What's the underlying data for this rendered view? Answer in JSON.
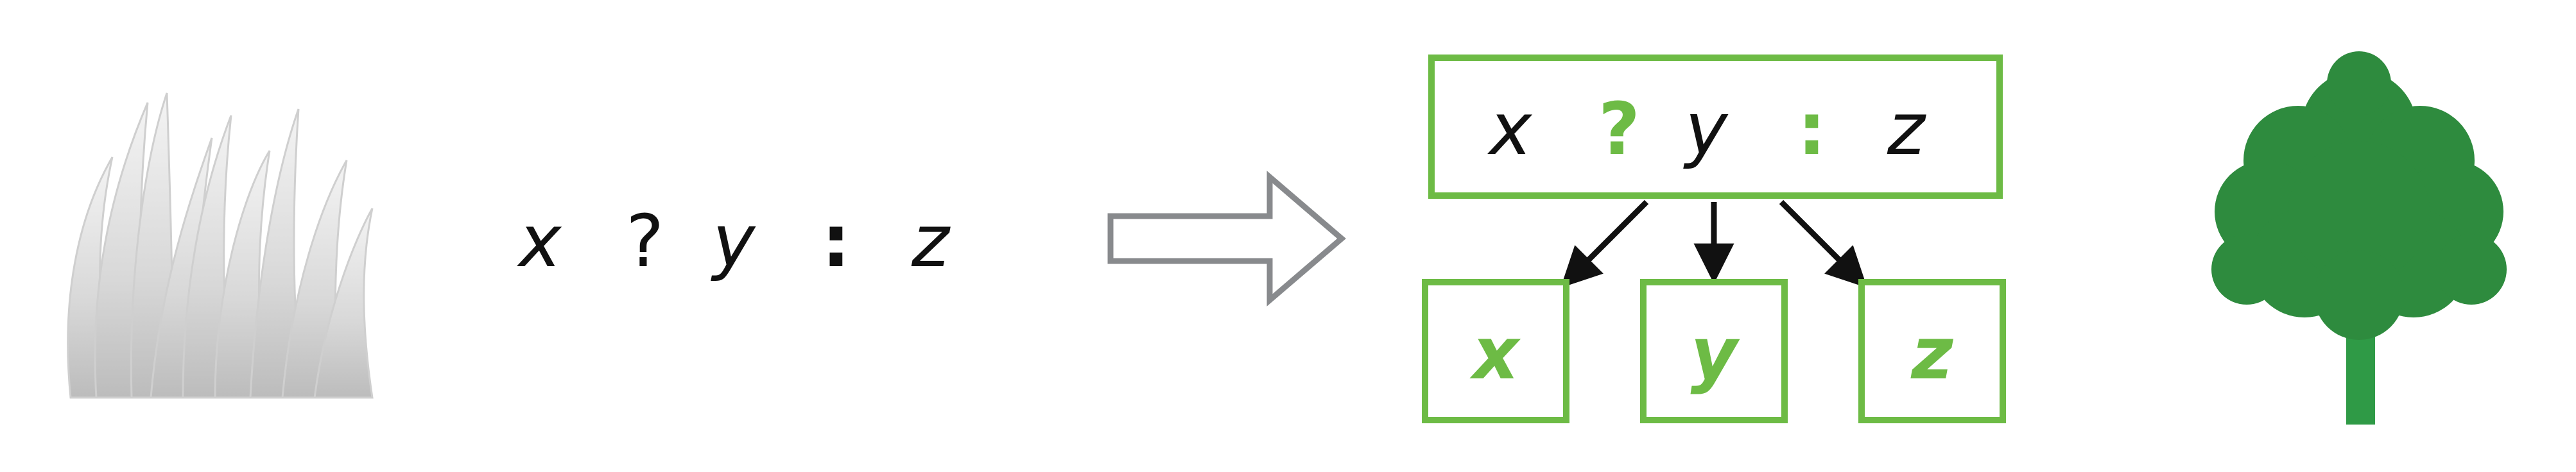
{
  "expression": {
    "tokens": [
      "x",
      "?",
      "y",
      ":",
      "z"
    ]
  },
  "tree": {
    "root_tokens": [
      "x",
      "?",
      "y",
      ":",
      "z"
    ],
    "children": [
      "x",
      "y",
      "z"
    ]
  },
  "colors": {
    "green": "#6dbb45",
    "black": "#111111",
    "arrow_outline": "#888a8d",
    "tree_foliage": "#2e8b3e",
    "tree_trunk": "#2f9a46",
    "grass_light": "#e8e8e8",
    "grass_dark": "#c4c4c4"
  },
  "icons": {
    "left": "grass-icon",
    "right": "tree-icon",
    "transform": "hollow-right-arrow-icon"
  }
}
